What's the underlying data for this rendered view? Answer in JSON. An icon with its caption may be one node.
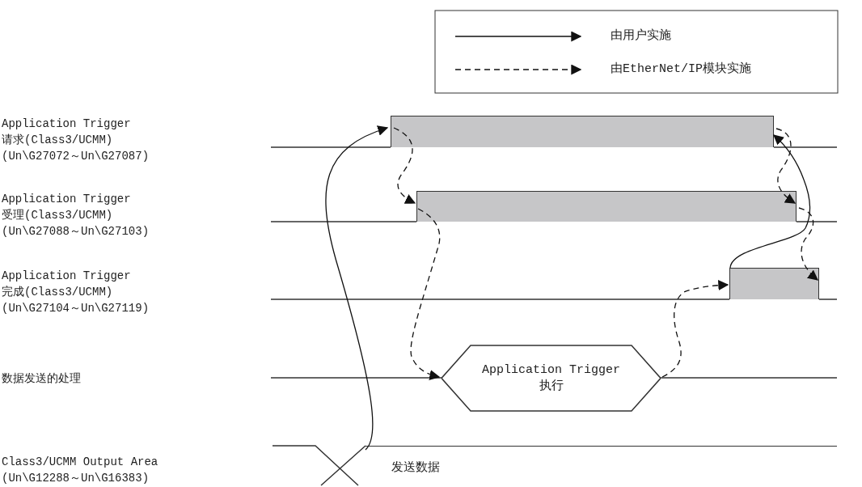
{
  "diagram": {
    "nodes": [
      {
        "text": [],
        "shape": "bar"
      },
      {
        "text": [],
        "shape": "bar"
      },
      {
        "text": [],
        "shape": "bar"
      },
      {
        "text": [
          "Application Trigger 执行"
        ]
      },
      {
        "text": [
          "发送数据"
        ]
      }
    ],
    "edges": [
      {
        "from": 4,
        "to": 0,
        "arrow": "to"
      },
      {
        "from": 0,
        "to": 1,
        "arrow": "to",
        "style": "dashed"
      },
      {
        "from": 1,
        "to": 3,
        "arrow": "to",
        "style": "dashed"
      },
      {
        "from": 3,
        "to": 2,
        "arrow": "to",
        "style": "dashed"
      },
      {
        "from": 2,
        "to": 0,
        "arrow": "to"
      },
      {
        "from": 0,
        "to": 1,
        "arrow": "to",
        "style": "dashed"
      },
      {
        "from": 1,
        "to": 2,
        "arrow": "to",
        "style": "dashed"
      }
    ],
    "labels": [
      "Application Trigger 请求(Class3/UCMM) (Un\\G27072～Un\\G27087)",
      "Application Trigger 受理(Class3/UCMM) (Un\\G27088～Un\\G27103)",
      "Application Trigger 完成(Class3/UCMM) (Un\\G27104～Un\\G27119)",
      "数据发送的处理",
      "Class3/UCMM Output Area (Un\\G12288～Un\\G16383)"
    ],
    "legend": [
      {
        "text": "由用户实施"
      },
      {
        "text": "由EtherNet/IP模块实施"
      }
    ]
  }
}
